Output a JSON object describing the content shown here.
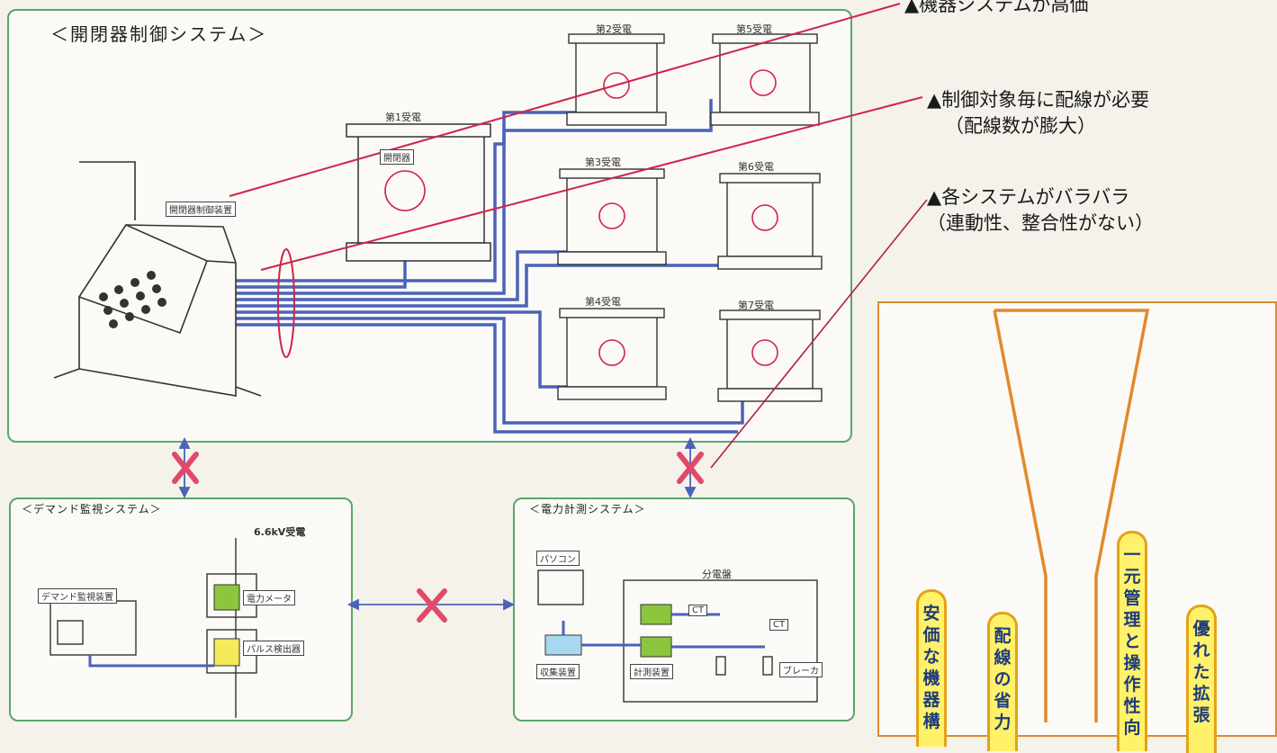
{
  "panels": {
    "switchgear": {
      "title": "＜開閉器制御システム＞",
      "controller_label": "開閉器制御装置"
    },
    "demand": {
      "title": "＜デマンド監視システム＞",
      "device_label": "デマンド監視装置",
      "substation": "6.6kV受電",
      "meter": "電力メータ",
      "pulse": "パルス検出器"
    },
    "power": {
      "title": "＜電力計測システム＞",
      "pc": "パソコン",
      "collector": "収集装置",
      "measure": "計測装置",
      "board": "分電盤",
      "ct1": "CT",
      "ct2": "CT",
      "breaker": "ブレーカ"
    }
  },
  "substations": [
    {
      "name": "第1受電",
      "tag": "開閉器"
    },
    {
      "name": "第2受電"
    },
    {
      "name": "第5受電"
    },
    {
      "name": "第3受電"
    },
    {
      "name": "第6受電"
    },
    {
      "name": "第4受電"
    },
    {
      "name": "第7受電"
    }
  ],
  "notes": [
    {
      "text": "▲機器システムが高価"
    },
    {
      "text": "▲制御対象毎に配線が必要",
      "sub": "（配線数が膨大）"
    },
    {
      "text": "▲各システムがバラバラ",
      "sub": "（連動性、整合性がない）"
    }
  ],
  "capsules": [
    {
      "text": "安価な機器構"
    },
    {
      "text": "配線の省力"
    },
    {
      "text": "一元管理と操作性向"
    },
    {
      "text": "優れた拡張"
    }
  ],
  "colors": {
    "wire": "#4a63b8",
    "callout": "#d0234a",
    "panel_border": "#5aa66a",
    "capsule_fill": "#fff26a",
    "capsule_border": "#e3a21a",
    "funnel": "#e08a2a",
    "cross": "#e04a6a"
  }
}
